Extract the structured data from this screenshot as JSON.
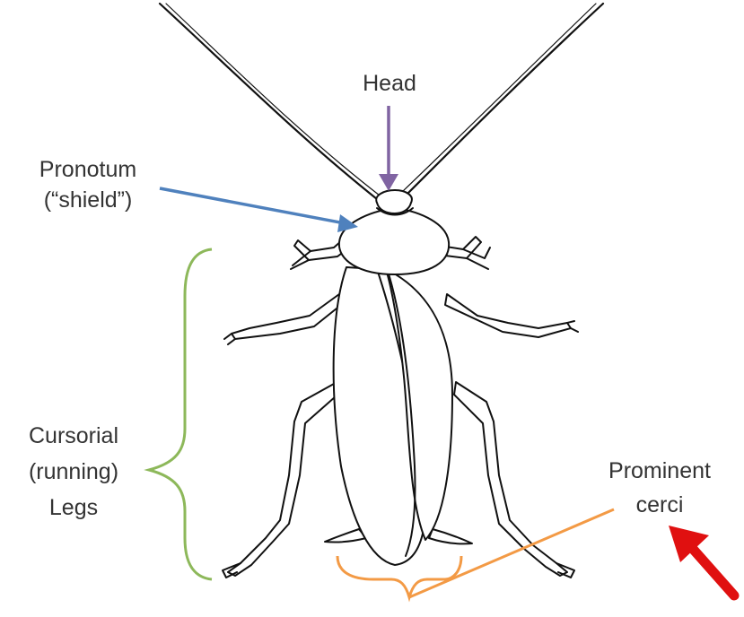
{
  "labels": {
    "head": "Head",
    "pronotum_line1": "Pronotum",
    "pronotum_line2": "(“shield”)",
    "legs_line1": "Cursorial",
    "legs_line2": "(running)",
    "legs_line3": "Legs",
    "cerci_line1": "Prominent",
    "cerci_line2": "cerci"
  },
  "colors": {
    "head_arrow": "#8064a2",
    "pronotum_arrow": "#4f81bd",
    "legs_brace": "#8db85a",
    "cerci_brace": "#f39a45",
    "pointer_arrow": "#e01010",
    "outline": "#111111"
  }
}
